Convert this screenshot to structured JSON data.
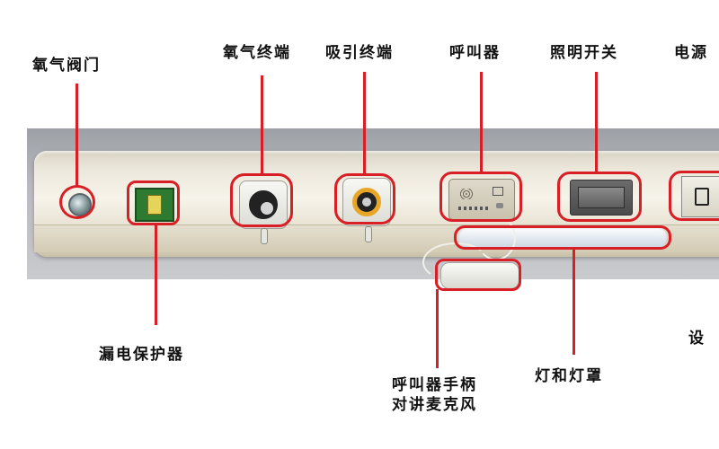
{
  "labels": {
    "oxygen_valve": "氧气阀门",
    "oxygen_terminal": "氧气终端",
    "suction_terminal": "吸引终端",
    "nurse_caller": "呼叫器",
    "lighting_switch": "照明开关",
    "power_socket": "电源",
    "leakage_protector": "漏电保护器",
    "handset_line1": "呼叫器手柄",
    "handset_line2": "对讲麦克风",
    "lamp_and_cover": "灯和灯罩",
    "right_clipped": "设"
  },
  "colors": {
    "callout": "#d81f26",
    "panel": "#ece8dc",
    "breaker": "#2d7a31",
    "oxygen_core": "#d6d6d6",
    "suction_ring": "#e8a629"
  },
  "icons": {
    "oxygen_valve": "valve-knob-icon",
    "leakage_protector": "breaker-switch-icon",
    "oxygen_terminal": "gas-outlet-icon",
    "suction_terminal": "suction-outlet-icon",
    "nurse_caller": "intercom-panel-icon",
    "lighting_switch": "rocker-switch-icon",
    "power_socket": "power-outlet-icon",
    "handset": "handset-icon",
    "lamp": "lamp-tube-icon"
  }
}
